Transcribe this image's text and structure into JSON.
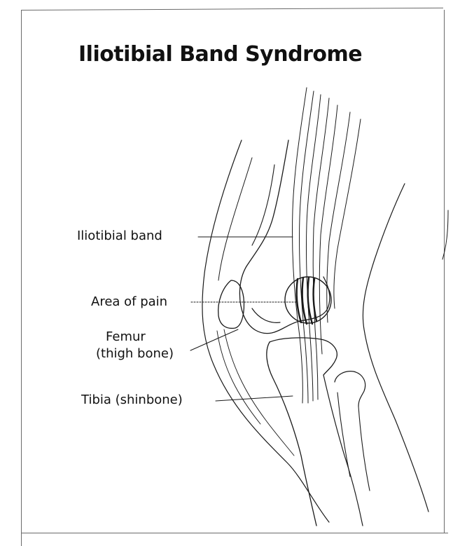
{
  "title": "Iliotibial Band Syndrome",
  "labels": {
    "iliotibial_band": "Iliotibial band",
    "area_of_pain": "Area of pain",
    "femur_line1": "Femur",
    "femur_line2": "(thigh bone)",
    "tibia": "Tibia (shinbone)"
  }
}
